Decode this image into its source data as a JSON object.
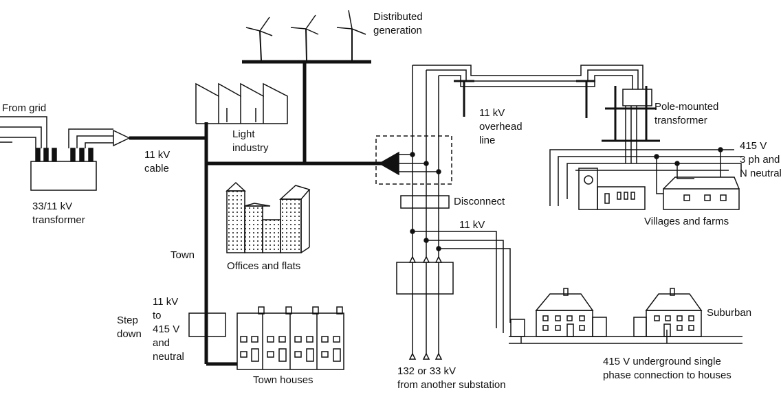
{
  "labels": {
    "distributed_generation": "Distributed\ngeneration",
    "from_grid": "From grid",
    "transformer_33_11": "33/11 kV\ntransformer",
    "cable_11kv": "11 kV\ncable",
    "light_industry": "Light\nindustry",
    "overhead_line": "11 kV\noverhead\nline",
    "pole_mounted": "Pole-mounted\ntransformer",
    "supply_415": "415 V\n3 ph and\nN neutral",
    "disconnect": "Disconnect",
    "villages_farms": "Villages and farms",
    "eleven_kv": "11 kV",
    "town": "Town",
    "offices_flats": "Offices and flats",
    "stepdown_voltage": "11 kV\nto\n415 V\nand\nneutral",
    "step_down": "Step\ndown",
    "town_houses": "Town houses",
    "substation_supply": "132 or 33 kV\nfrom another substation",
    "suburban": "Suburban",
    "underground": "415 V underground single\nphase connection to houses"
  },
  "colors": {
    "line": "#111111",
    "background": "#ffffff"
  }
}
